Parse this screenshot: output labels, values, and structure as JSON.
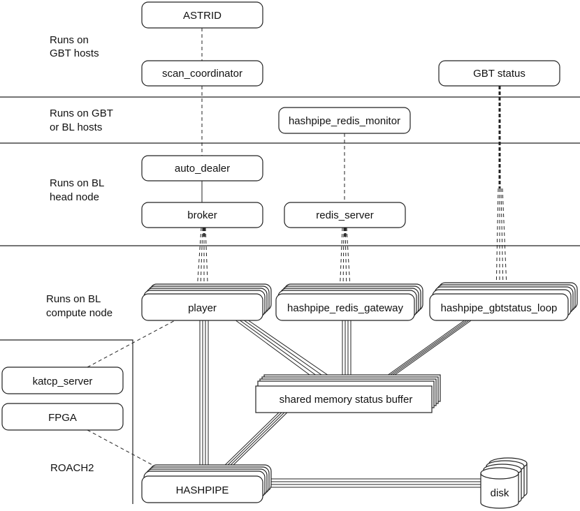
{
  "tiers": {
    "gbt_hosts": [
      "Runs on",
      "GBT hosts"
    ],
    "gbt_or_bl": [
      "Runs on GBT",
      "or BL hosts"
    ],
    "bl_head": [
      "Runs on BL",
      "head node"
    ],
    "bl_compute": [
      "Runs on BL",
      "compute node"
    ],
    "roach2": "ROACH2"
  },
  "nodes": {
    "astrid": "ASTRID",
    "scan_coordinator": "scan_coordinator",
    "gbt_status": "GBT status",
    "hashpipe_redis_monitor": "hashpipe_redis_monitor",
    "auto_dealer": "auto_dealer",
    "broker": "broker",
    "redis_server": "redis_server",
    "player": "player",
    "hashpipe_redis_gateway": "hashpipe_redis_gateway",
    "hashpipe_gbtstatus_loop": "hashpipe_gbtstatus_loop",
    "katcp_server": "katcp_server",
    "fpga": "FPGA",
    "shared_memory": "shared memory status buffer",
    "hashpipe": "HASHPIPE",
    "disk": "disk"
  }
}
